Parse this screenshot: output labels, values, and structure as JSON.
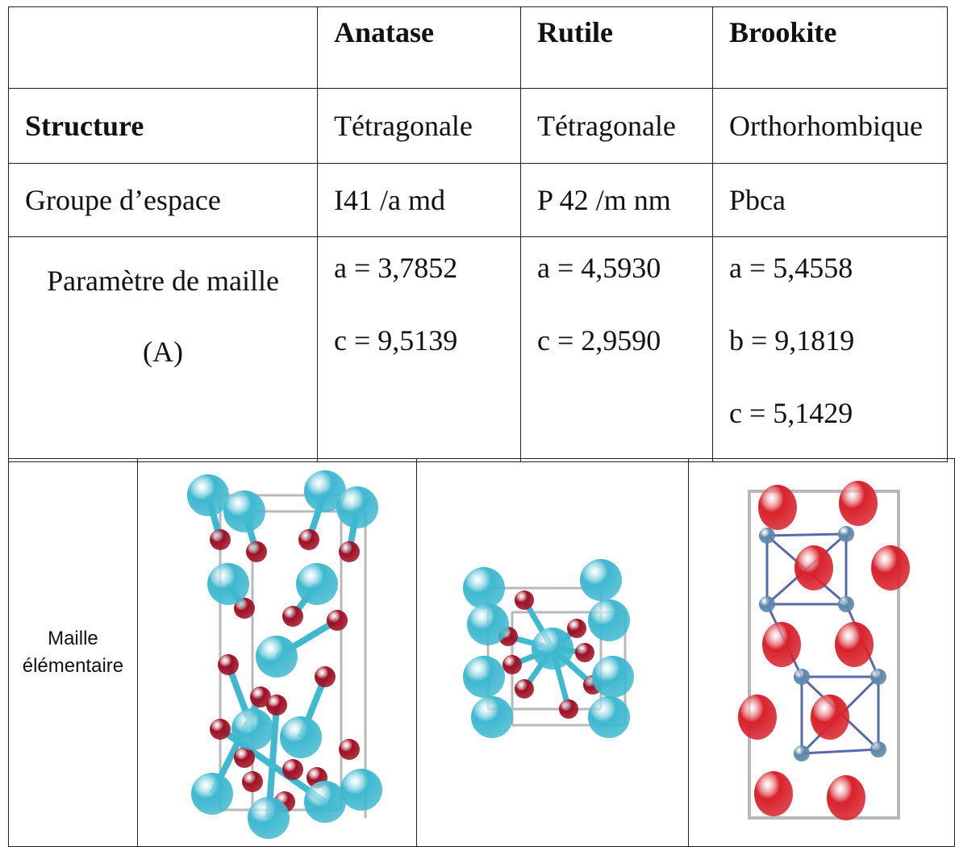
{
  "table": {
    "headers": [
      "",
      "Anatase",
      "Rutile",
      "Brookite"
    ],
    "rows": [
      {
        "label": "Structure",
        "bold": true,
        "values": [
          "Tétragonale",
          "Tétragonale",
          "Orthorhombique"
        ]
      },
      {
        "label": "Groupe d’espace",
        "values": [
          "I41 /a  md",
          "P 42 /m nm",
          "Pbca"
        ]
      }
    ],
    "params": {
      "label_line1": "Paramètre de maille",
      "label_line2": "(A)",
      "anatase": [
        "a = 3,7852",
        "c = 9,5139"
      ],
      "rutile": [
        "a = 4,5930",
        "c = 2,9590"
      ],
      "brookite": [
        "a = 5,4558",
        "b = 9,1819",
        "c = 5,1429"
      ]
    }
  },
  "cells": {
    "label_line1": "Maille",
    "label_line2": "élémentaire",
    "colors": {
      "ti_anatase_rutile": "#3fb8d0",
      "o_anatase_rutile": "#9e1024",
      "o_brookite": "#d8222c",
      "ti_brookite": "#5b86a8",
      "bond_brookite": "#5a6aa8",
      "frame": "#b8b8b8"
    }
  }
}
